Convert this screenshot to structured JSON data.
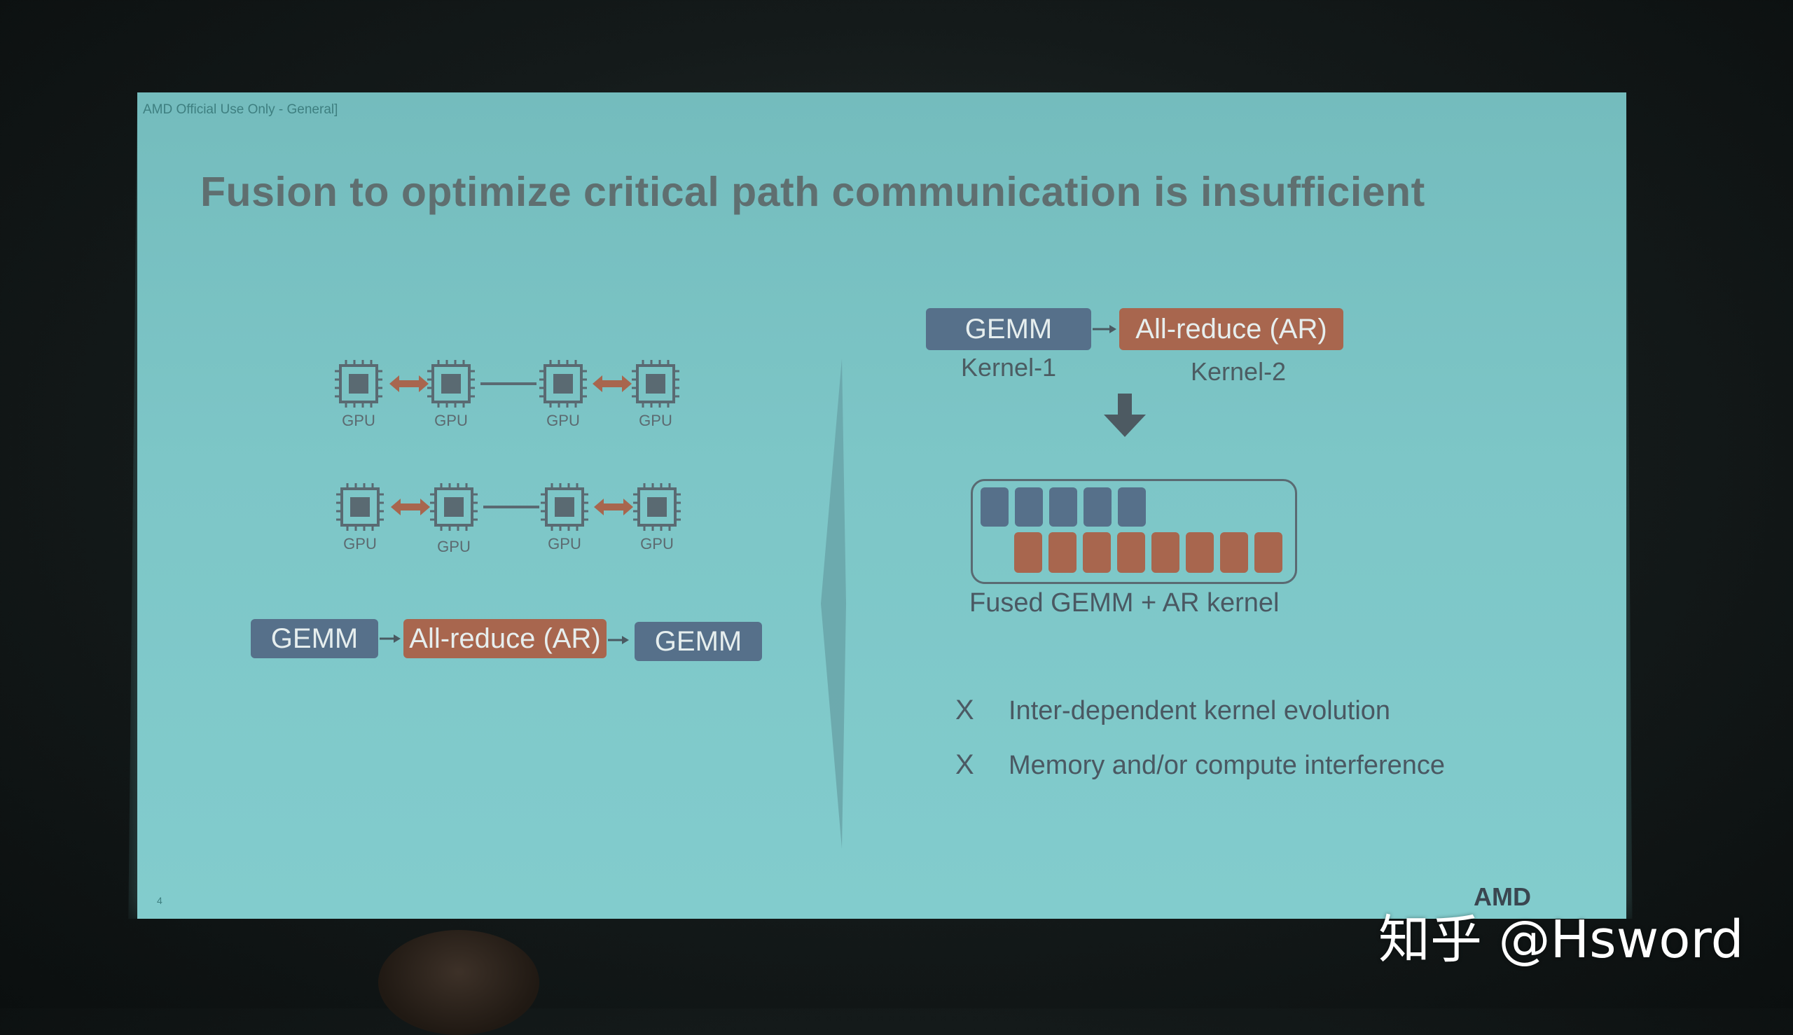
{
  "slide": {
    "classification": "AMD Official Use Only - General]",
    "title": "Fusion to optimize critical path communication is insufficient",
    "page_number": "4"
  },
  "left": {
    "gpu_label": "GPU",
    "pipeline": {
      "box1": "GEMM",
      "box2": "All-reduce (AR)",
      "box3": "GEMM"
    }
  },
  "right": {
    "top": {
      "box1": "GEMM",
      "box1_caption": "Kernel-1",
      "box2": "All-reduce (AR)",
      "box2_caption": "Kernel-2"
    },
    "fused": {
      "caption": "Fused GEMM + AR kernel",
      "gemm_tiles": 5,
      "ar_tiles": 8
    },
    "bullets": [
      {
        "marker": "X",
        "text": "Inter-dependent kernel evolution"
      },
      {
        "marker": "X",
        "text": "Memory and/or compute interference"
      }
    ]
  },
  "branding": {
    "logo": "AMD"
  },
  "watermark": "知乎 @Hsword",
  "colors": {
    "gemm_blue": "#56708a",
    "ar_orange": "#a8664e",
    "slide_bg": "#7dc6c7"
  }
}
